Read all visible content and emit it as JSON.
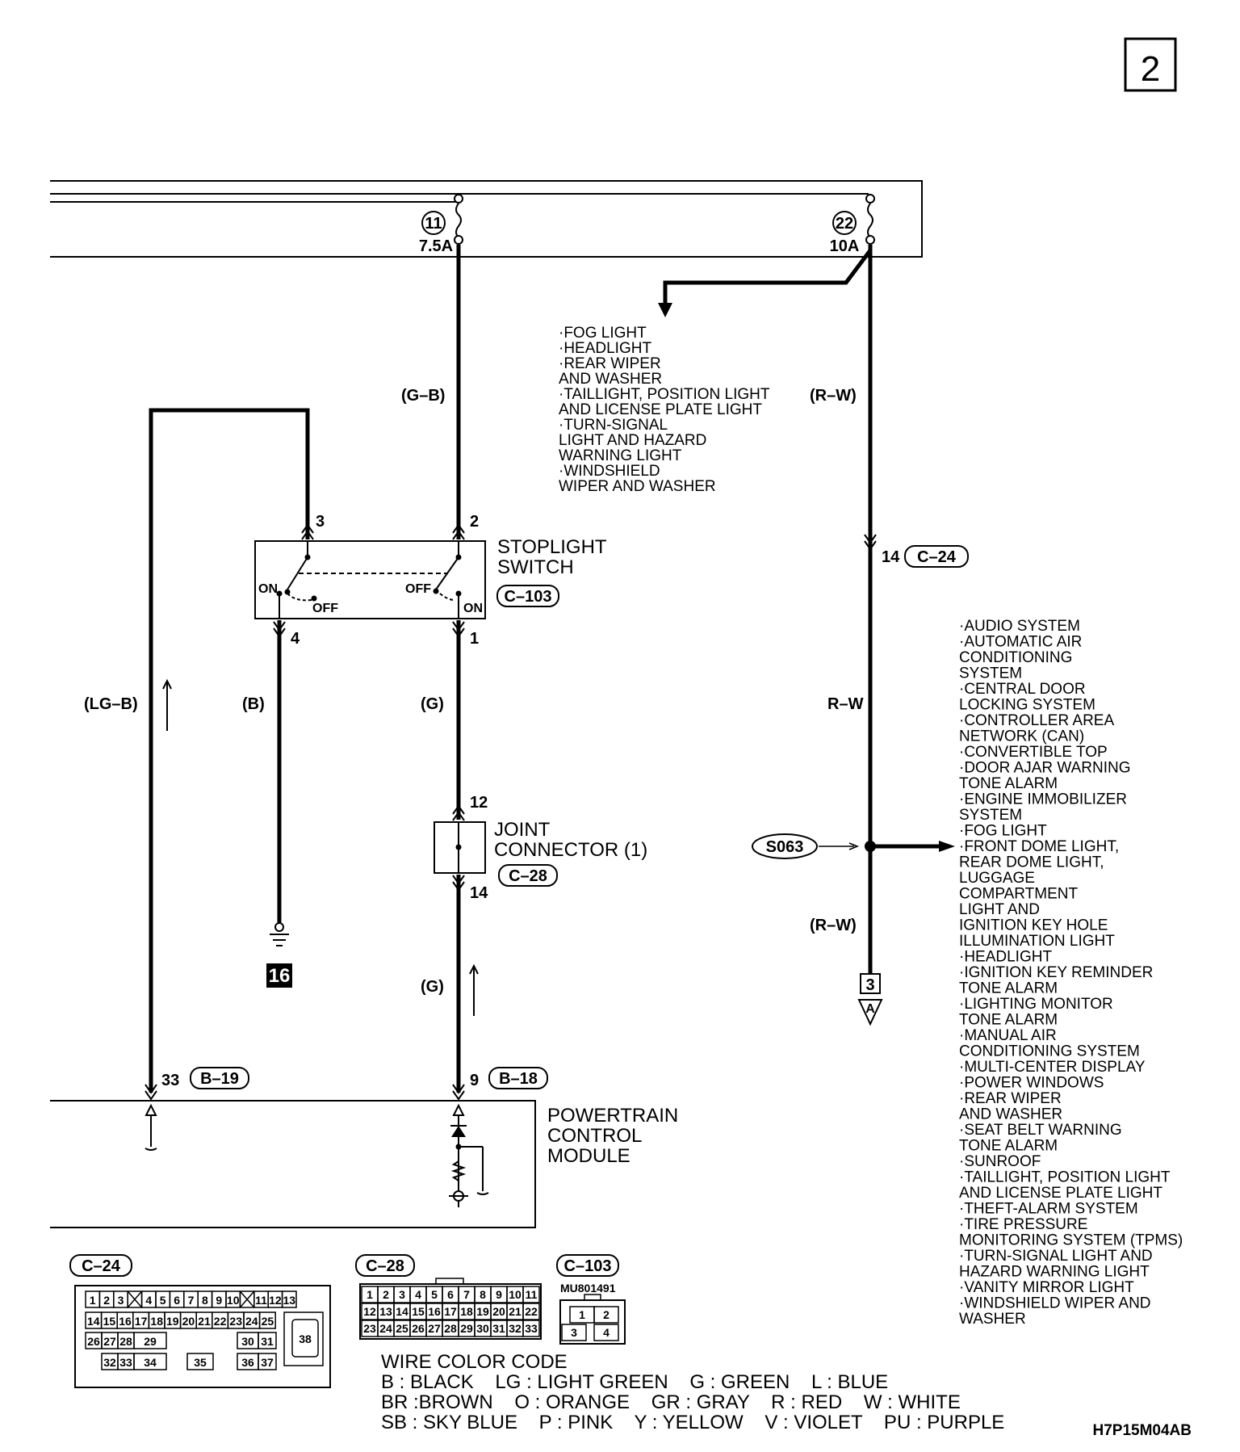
{
  "page_number": "2",
  "fuses": [
    {
      "number": "11",
      "rating": "7.5A"
    },
    {
      "number": "22",
      "rating": "10A"
    }
  ],
  "wires": {
    "g_b": "(G–B)",
    "r_w_top": "(R–W)",
    "r_w_mid": "R–W",
    "r_w_low": "(R–W)",
    "lg_b": "(LG–B)",
    "b": "(B)",
    "g_upper": "(G)",
    "g_lower": "(G)"
  },
  "fuse11_loads": [
    "·FOG LIGHT",
    "·HEADLIGHT",
    "·REAR WIPER",
    " AND WASHER",
    "·TAILLIGHT, POSITION LIGHT",
    " AND LICENSE PLATE LIGHT",
    "·TURN-SIGNAL",
    " LIGHT AND HAZARD",
    " WARNING LIGHT",
    "·WINDSHIELD",
    " WIPER AND WASHER"
  ],
  "stoplight_switch": {
    "name_line1": "STOPLIGHT",
    "name_line2": "SWITCH",
    "connector": "C–103",
    "pin_3": "3",
    "pin_2": "2",
    "pin_4": "4",
    "pin_1": "1",
    "on_left": "ON",
    "off_left": "OFF",
    "off_right": "OFF",
    "on_right": "ON"
  },
  "c24_pin": {
    "pin": "14",
    "connector": "C–24"
  },
  "joint_connector": {
    "name_line1": "JOINT",
    "name_line2": "CONNECTOR (1)",
    "connector": "C–28",
    "pin_in": "12",
    "pin_out": "14"
  },
  "ground_number": "16",
  "splice": "S063",
  "off_page": {
    "page": "3",
    "letter": "A"
  },
  "pcm": {
    "line1": "POWERTRAIN",
    "line2": "CONTROL",
    "line3": "MODULE",
    "pin_left": "33",
    "conn_left": "B–19",
    "pin_right": "9",
    "conn_right": "B–18"
  },
  "splice_loads": [
    "·AUDIO SYSTEM",
    "·AUTOMATIC AIR",
    " CONDITIONING",
    " SYSTEM",
    "·CENTRAL DOOR",
    " LOCKING SYSTEM",
    "·CONTROLLER AREA",
    " NETWORK (CAN)",
    "·CONVERTIBLE TOP",
    "·DOOR AJAR WARNING",
    " TONE ALARM",
    "·ENGINE IMMOBILIZER",
    " SYSTEM",
    "·FOG LIGHT",
    "·FRONT DOME LIGHT,",
    " REAR DOME LIGHT,",
    " LUGGAGE",
    " COMPARTMENT",
    " LIGHT AND",
    " IGNITION KEY HOLE",
    " ILLUMINATION LIGHT",
    "·HEADLIGHT",
    "·IGNITION KEY REMINDER",
    " TONE ALARM",
    "·LIGHTING MONITOR",
    " TONE ALARM",
    "·MANUAL AIR",
    " CONDITIONING SYSTEM",
    "·MULTI-CENTER DISPLAY",
    "·POWER WINDOWS",
    "·REAR WIPER",
    " AND WASHER",
    "·SEAT BELT WARNING",
    " TONE ALARM",
    "·SUNROOF",
    "·TAILLIGHT, POSITION LIGHT",
    " AND LICENSE PLATE LIGHT",
    "·THEFT-ALARM SYSTEM",
    "·TIRE PRESSURE",
    " MONITORING SYSTEM (TPMS)",
    "·TURN-SIGNAL LIGHT AND",
    " HAZARD WARNING LIGHT",
    "·VANITY MIRROR LIGHT",
    "·WINDSHIELD WIPER AND",
    " WASHER"
  ],
  "connector_views": {
    "c24": {
      "label": "C–24",
      "row1": [
        "1",
        "2",
        "3",
        "",
        "4",
        "5",
        "6",
        "7",
        "8",
        "9",
        "10",
        "",
        "11",
        "12",
        "13"
      ],
      "row2": [
        "14",
        "15",
        "16",
        "17",
        "18",
        "19",
        "20",
        "21",
        "22",
        "23",
        "24",
        "25"
      ],
      "row3": [
        "26",
        "27",
        "28",
        "29",
        "30",
        "31"
      ],
      "row4": [
        "32",
        "33",
        "34",
        "35",
        "36",
        "37"
      ],
      "big": "38"
    },
    "c28": {
      "label": "C–28",
      "row1": [
        "1",
        "2",
        "3",
        "4",
        "5",
        "6",
        "7",
        "8",
        "9",
        "10",
        "11"
      ],
      "row2": [
        "12",
        "13",
        "14",
        "15",
        "16",
        "17",
        "18",
        "19",
        "20",
        "21",
        "22"
      ],
      "row3": [
        "23",
        "24",
        "25",
        "26",
        "27",
        "28",
        "29",
        "30",
        "31",
        "32",
        "33"
      ]
    },
    "c103": {
      "label": "C–103",
      "part": "MU801491",
      "pins": [
        "1",
        "2",
        "3",
        "4"
      ]
    }
  },
  "wire_color_code": {
    "title": "WIRE COLOR CODE",
    "line1": "B : BLACK    LG : LIGHT GREEN    G : GREEN    L : BLUE",
    "line2": "BR :BROWN    O : ORANGE    GR : GRAY    R : RED    W : WHITE",
    "line3": "SB : SKY BLUE    P : PINK    Y : YELLOW    V : VIOLET    PU : PURPLE"
  },
  "drawing_code": "H7P15M04AB"
}
